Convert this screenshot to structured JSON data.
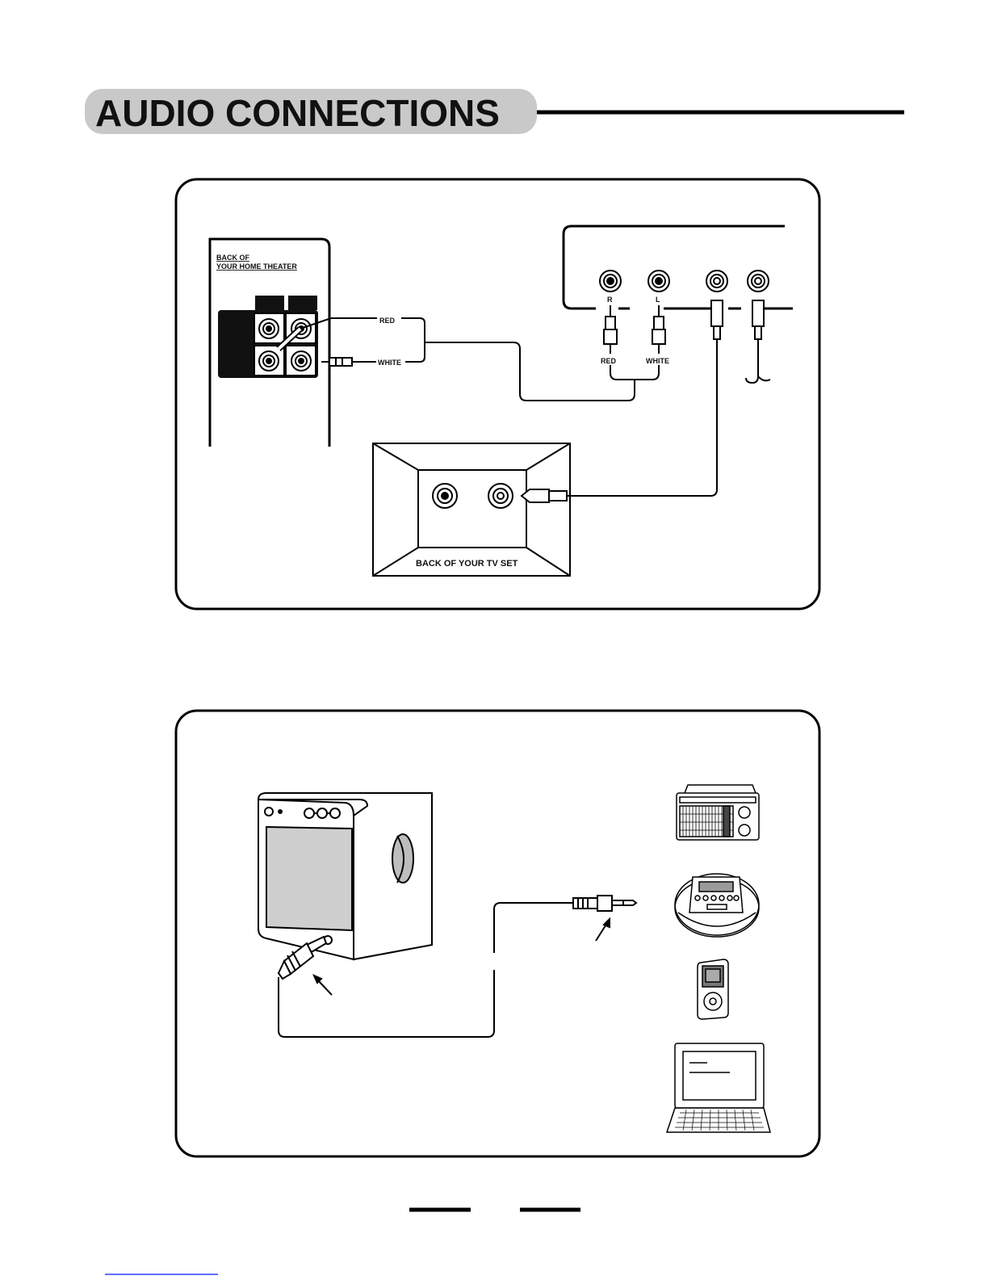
{
  "header": {
    "title": "AUDIO CONNECTIONS"
  },
  "diagram1": {
    "home_theater_label_line1": "BACK OF",
    "home_theater_label_line2": "YOUR HOME THEATER",
    "cable_red": "RED",
    "cable_white": "WHITE",
    "jack_r": "R",
    "jack_l": "L",
    "plug_red": "RED",
    "plug_white": "WHITE",
    "tv_label": "BACK OF YOUR TV SET"
  },
  "diagram2": {
    "devices": [
      "radio-icon",
      "cd-player-icon",
      "mp3-player-icon",
      "laptop-icon"
    ]
  }
}
